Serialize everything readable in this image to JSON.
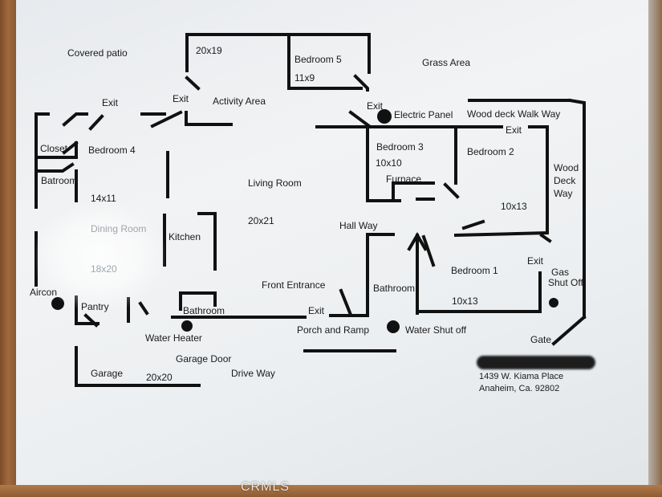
{
  "labels": {
    "covered_patio": "Covered patio",
    "activity_size": "20x19",
    "bedroom5": "Bedroom 5",
    "bedroom5_size": "11x9",
    "grass_area": "Grass Area",
    "exit_left": "Exit",
    "exit_activity": "Exit",
    "activity_area": "Activity Area",
    "exit_panel": "Exit",
    "electric_panel": "Electric Panel",
    "wood_deck_walkway": "Wood deck Walk Way",
    "exit_deck": "Exit",
    "closet": "Closet",
    "bedroom4": "Bedroom 4",
    "bedroom3": "Bedroom 3",
    "bedroom3_size": "10x10",
    "bedroom2": "Bedroom 2",
    "wood_deck_way_1": "Wood",
    "wood_deck_way_2": "Deck",
    "wood_deck_way_3": "Way",
    "batroom": "Batroom",
    "living_room": "Living Room",
    "furnace": "Furnace",
    "bedroom4_size": "14x11",
    "bedroom2_size": "10x13",
    "dining_room": "Dining Room",
    "kitchen": "Kitchen",
    "living_size": "20x21",
    "hall_way": "Hall Way",
    "exit_bed1": "Exit",
    "dining_size": "18x20",
    "bedroom1": "Bedroom 1",
    "gas_1": "Gas",
    "gas_2": "Shut Off",
    "front_entrance": "Front Entrance",
    "bathroom_hall": "Bathroom",
    "aircon": "Aircon",
    "pantry": "Pantry",
    "bedroom1_size": "10x13",
    "bathroom_garage": "Bathroom",
    "exit_front": "Exit",
    "porch_ramp": "Porch and Ramp",
    "water_shutoff": "Water Shut off",
    "water_heater": "Water Heater",
    "gate": "Gate",
    "garage_door": "Garage Door",
    "garage": "Garage",
    "garage_size": "20x20",
    "drive_way": "Drive Way",
    "address_line1": "1439 W. Kiama Place",
    "address_line2": "Anaheim, Ca. 92802"
  },
  "watermark": "CRMLS",
  "colors": {
    "ink": "#111111",
    "paper": "#eceff1",
    "frame": "#8a5a33"
  }
}
